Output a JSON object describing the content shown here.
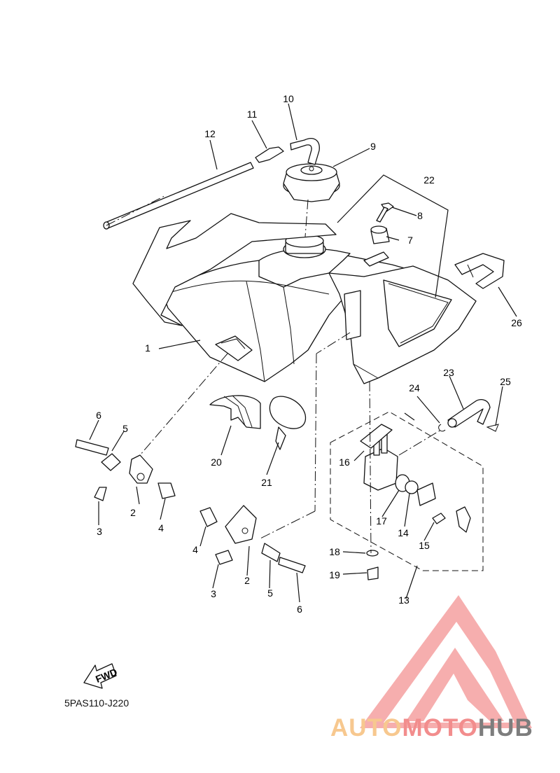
{
  "diagram": {
    "part_labels": [
      "1",
      "2",
      "3",
      "4",
      "5",
      "6",
      "7",
      "8",
      "9",
      "10",
      "11",
      "12",
      "13",
      "14",
      "15",
      "16",
      "17",
      "18",
      "19",
      "20",
      "21",
      "22",
      "23",
      "24",
      "25",
      "26"
    ],
    "left_bracket_labels": {
      "bolt": "6",
      "collar": "5",
      "bracket": "2",
      "screw": "3",
      "damper": "4"
    },
    "right_bracket_labels": {
      "damper": "4",
      "screw": "3",
      "bracket": "2",
      "collar": "5",
      "bolt": "6"
    },
    "fwd_text": "FWD",
    "drawing_code": "5PAS110-J220"
  },
  "watermark": {
    "brand_auto": "AUTO",
    "brand_moto": "MOTO",
    "brand_hub": "HUB",
    "colors": {
      "auto": "#f7c88f",
      "moto": "#f28d8d",
      "hub": "#7d7d7d",
      "logo": "#f5a3a3"
    }
  }
}
